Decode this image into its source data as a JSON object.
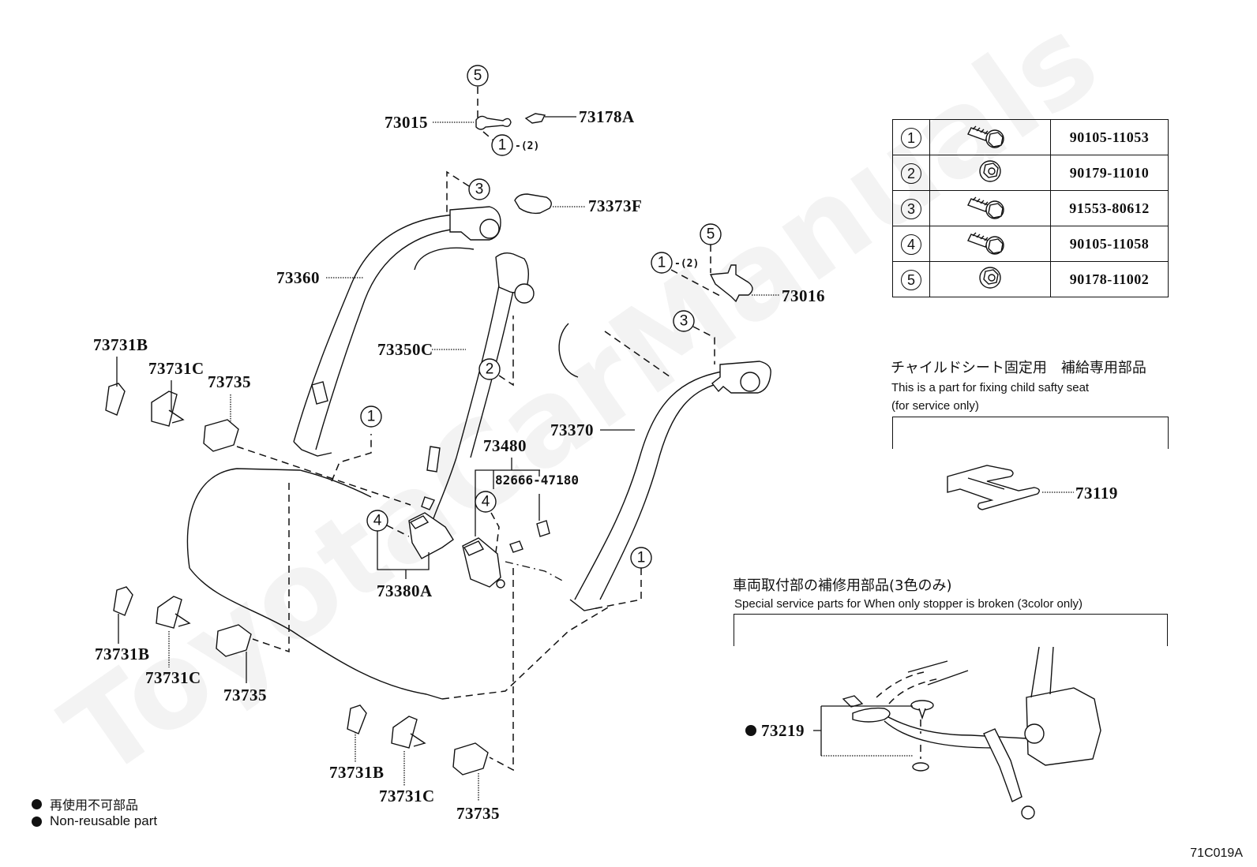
{
  "watermark": "ToyotaCarManuals",
  "diagram_code": "71C019A",
  "fastener_table": {
    "rows": [
      {
        "ref": "1",
        "icon": "hex-flange-bolt-icon",
        "part_number": "90105-11053"
      },
      {
        "ref": "2",
        "icon": "hex-flange-nut-icon",
        "part_number": "90179-11010"
      },
      {
        "ref": "3",
        "icon": "hex-flange-bolt-icon",
        "part_number": "91553-80612"
      },
      {
        "ref": "4",
        "icon": "hex-flange-bolt-icon",
        "part_number": "90105-11058"
      },
      {
        "ref": "5",
        "icon": "hex-flange-nut-icon",
        "part_number": "90178-11002"
      }
    ]
  },
  "child_seat_section": {
    "title_jp": "チャイルドシート固定用　補給専用部品",
    "desc_en_line1": "This is a part for fixing child safty seat",
    "desc_en_line2": "(for service only)",
    "part": "73119"
  },
  "stopper_section": {
    "title_jp": "車両取付部の補修用部品(3色のみ)",
    "desc_en": "Special service parts for When only stopper is broken (3color only)",
    "part": "73219",
    "non_reusable": true
  },
  "legend": {
    "jp": "再使用不可部品",
    "en": "Non-reusable part"
  },
  "callouts": {
    "p73015": "73015",
    "p73178A": "73178A",
    "p73373F": "73373F",
    "p73360": "73360",
    "p73350C": "73350C",
    "p73016": "73016",
    "p73370": "73370",
    "p73480": "73480",
    "p82666": "82666-47180",
    "p73380A": "73380A",
    "p73731B": "73731B",
    "p73731C": "73731C",
    "p73735": "73735",
    "qty2": "-(2)",
    "ref1": "1",
    "ref2": "2",
    "ref3": "3",
    "ref4": "4",
    "ref5": "5"
  }
}
